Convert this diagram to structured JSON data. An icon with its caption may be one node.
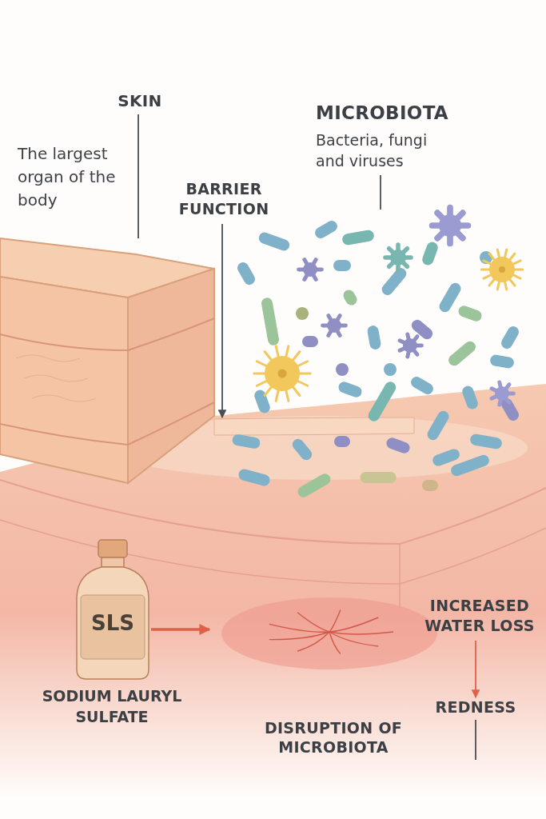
{
  "diagram": {
    "nodes": [
      {
        "text": [
          "SKIN"
        ]
      },
      {
        "text": [],
        "shape": "picture"
      },
      {
        "text": [
          "BARRIER FUNCTION"
        ]
      },
      {
        "text": [],
        "shape": "bar"
      },
      {
        "text": [
          "MICROBIOTA",
          "Bacteria, fungi and viruses"
        ]
      },
      {
        "text": [],
        "shape": "picture"
      },
      {
        "text": [
          "SLS"
        ],
        "beside": [
          "SODIUM LAURYL SULFATE"
        ]
      },
      {
        "text": [
          "DISRUPTION OF MICROBIOTA"
        ]
      },
      {
        "text": [
          "INCREASED WATER LOSS"
        ]
      },
      {
        "text": [
          "REDNESS"
        ]
      }
    ],
    "edges": [
      {
        "from": 0,
        "to": 1,
        "arrow": "none"
      },
      {
        "from": 2,
        "to": 3,
        "arrow": "to"
      },
      {
        "from": 4,
        "to": 5,
        "arrow": "none"
      },
      {
        "from": 6,
        "to": 7,
        "arrow": "to",
        "style": "thick",
        "color": "#e0604a"
      },
      {
        "from": 8,
        "to": 9,
        "arrow": "to",
        "color": "#e0604a"
      },
      {
        "from": 9,
        "to": null,
        "arrow": "none"
      }
    ],
    "labels": [
      "The largest organ of the body"
    ]
  }
}
